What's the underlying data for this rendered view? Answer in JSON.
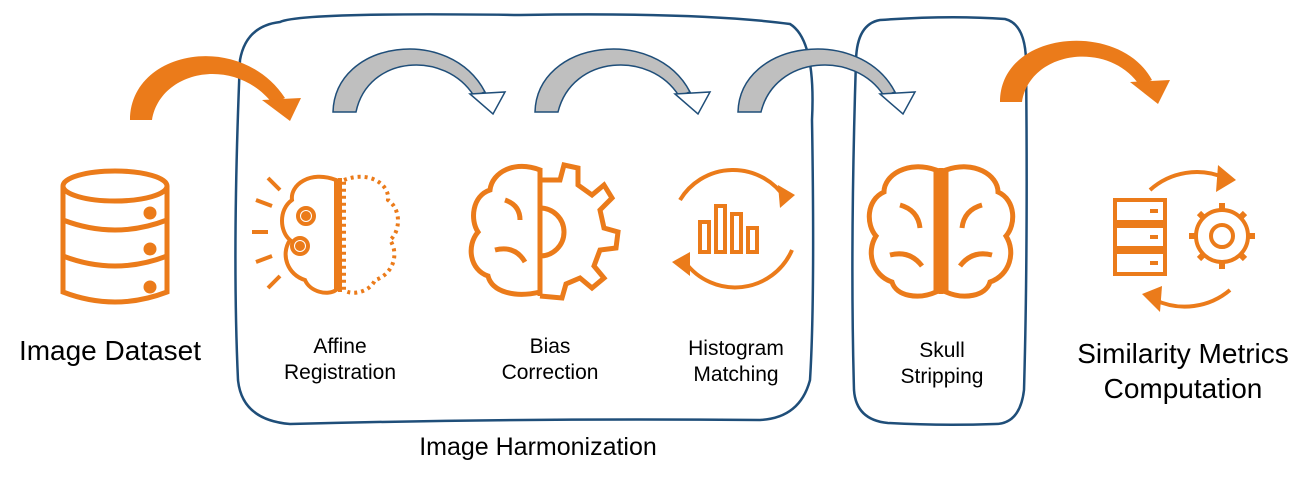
{
  "colors": {
    "orange": "#EB7B1A",
    "blue_outline": "#1F4E79",
    "gray_fill": "#BFBFBF",
    "text": "#000000"
  },
  "labels": {
    "image_dataset": "Image Dataset",
    "affine_registration": "Affine\nRegistration",
    "bias_correction": "Bias\nCorrection",
    "histogram_matching": "Histogram\nMatching",
    "skull_stripping": "Skull\nStripping",
    "similarity_metrics": "Similarity Metrics\nComputation",
    "image_harmonization": "Image Harmonization"
  },
  "icons": {
    "image_dataset": "database-icon",
    "affine_registration": "brain-gears-icon",
    "bias_correction": "brain-gear-icon",
    "histogram_matching": "histogram-cycle-icon",
    "skull_stripping": "brain-icon",
    "similarity_metrics": "server-gear-cycle-icon"
  }
}
